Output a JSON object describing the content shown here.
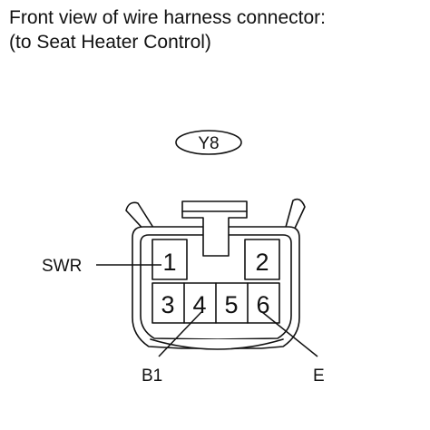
{
  "title": {
    "line1": "Front view of wire harness connector:",
    "line2": "(to Seat Heater Control)"
  },
  "connector": {
    "code": "Y8",
    "pins": [
      "1",
      "2",
      "3",
      "4",
      "5",
      "6"
    ]
  },
  "labels": {
    "swr": "SWR",
    "b1": "B1",
    "e": "E"
  }
}
